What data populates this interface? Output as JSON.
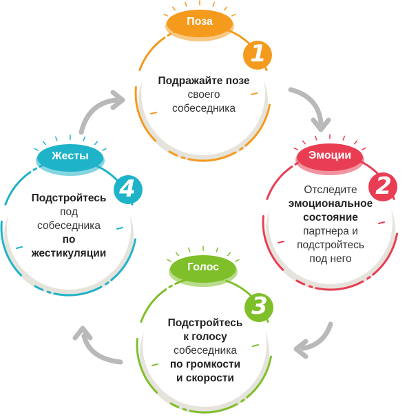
{
  "steps": [
    {
      "label": "Поза",
      "number": "1",
      "lines": [
        {
          "text": "Подражайте позе",
          "bold": true
        },
        {
          "text": "своего",
          "bold": false
        },
        {
          "text": "собеседника",
          "bold": false
        }
      ],
      "color": "#f49a1c"
    },
    {
      "label": "Эмоции",
      "number": "2",
      "lines": [
        {
          "text": "Отследите",
          "bold": false
        },
        {
          "text": "эмоциональное",
          "bold": true
        },
        {
          "text": "состояние",
          "bold": true
        },
        {
          "text": "партнера и",
          "bold": false
        },
        {
          "text": "подстройтесь",
          "bold": false
        },
        {
          "text": "под него",
          "bold": false
        }
      ],
      "color": "#e83d52"
    },
    {
      "label": "Голос",
      "number": "3",
      "lines": [
        {
          "text": "Подстройтесь",
          "bold": true
        },
        {
          "text": "к голосу",
          "bold": true
        },
        {
          "text": "собеседника",
          "bold": false
        },
        {
          "text": "по громкости",
          "bold": true
        },
        {
          "text": "и скорости",
          "bold": true
        }
      ],
      "color": "#7fbf2a"
    },
    {
      "label": "Жесты",
      "number": "4",
      "lines": [
        {
          "text": "Подстройтесь",
          "bold": true
        },
        {
          "text": "под",
          "bold": false
        },
        {
          "text": "собеседника",
          "bold": false
        },
        {
          "text": "по",
          "bold": true
        },
        {
          "text": "жестикуляции",
          "bold": true
        }
      ],
      "color": "#1fb3c9"
    }
  ],
  "arrow_color": "#b9b9b9",
  "plate_color": "#e6e3dc"
}
